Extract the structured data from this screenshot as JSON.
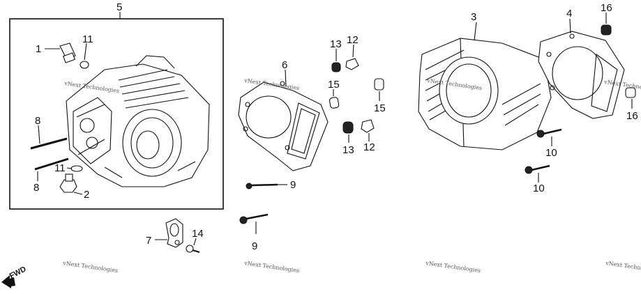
{
  "labels": {
    "l1": "1",
    "l2": "2",
    "l3": "3",
    "l4": "4",
    "l5": "5",
    "l6": "6",
    "l7": "7",
    "l8a": "8",
    "l8b": "8",
    "l9a": "9",
    "l9b": "9",
    "l10a": "10",
    "l10b": "10",
    "l11a": "11",
    "l11b": "11",
    "l12a": "12",
    "l12b": "12",
    "l13a": "13",
    "l13b": "13",
    "l14": "14",
    "l15a": "15",
    "l15b": "15",
    "l16a": "16",
    "l16b": "16"
  },
  "watermark": "vNext Technologies",
  "fwd": "FWD"
}
